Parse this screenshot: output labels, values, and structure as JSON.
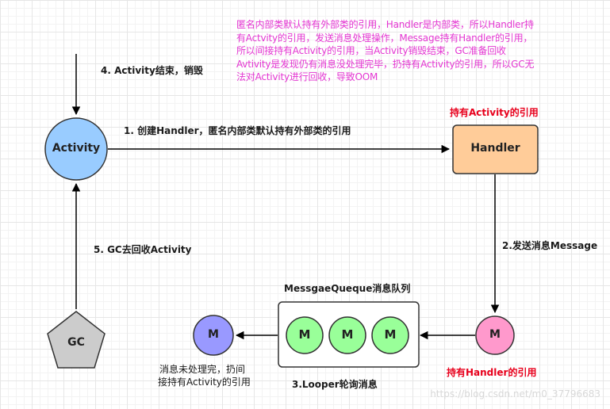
{
  "nodes": {
    "activity": "Activity",
    "handler": "Handler",
    "gc": "GC",
    "message_in": "M",
    "message_out": "M",
    "queue_items": [
      "M",
      "M",
      "M"
    ]
  },
  "labels": {
    "step1": "1. 创建Handler，匿名内部类默认持有外部类的引用",
    "step2": "2.发送消息Message",
    "step3": "3.Looper轮询消息",
    "step4": "4. Activity结束，销毁",
    "step5": "5. GC去回收Activity",
    "queue_title": "MessgaeQueque消息队列",
    "handler_ref": "持有Activity的引用",
    "message_ref": "持有Handler的引用",
    "unhandled_line1": "消息未处理完，扔间",
    "unhandled_line2": "接持有Activity的引用"
  },
  "note": "匿名内部类默认持有外部类的引用，Handler是内部类，所以Handler持有Actvity的引用，发送消息处理操作，Message持有Handler的引用，所以间接持有Activity的引用，当Activity销毁结束，GC准备回收Avtivity是发现仍有消息没处理完毕，扔持有Activity的引用，所以GC无法对Activity进行回收，导致OOM",
  "watermark": "https://blog.csdn.net/m0_37796683",
  "colors": {
    "activity_fill": "#99ccff",
    "handler_fill": "#ffcc99",
    "gc_fill": "#cccccc",
    "queue_message_fill": "#99ff99",
    "incoming_message_fill": "#ff99cc",
    "outgoing_message_fill": "#9999ff",
    "note_text": "#e436d2",
    "reference_text": "#e8001c"
  }
}
